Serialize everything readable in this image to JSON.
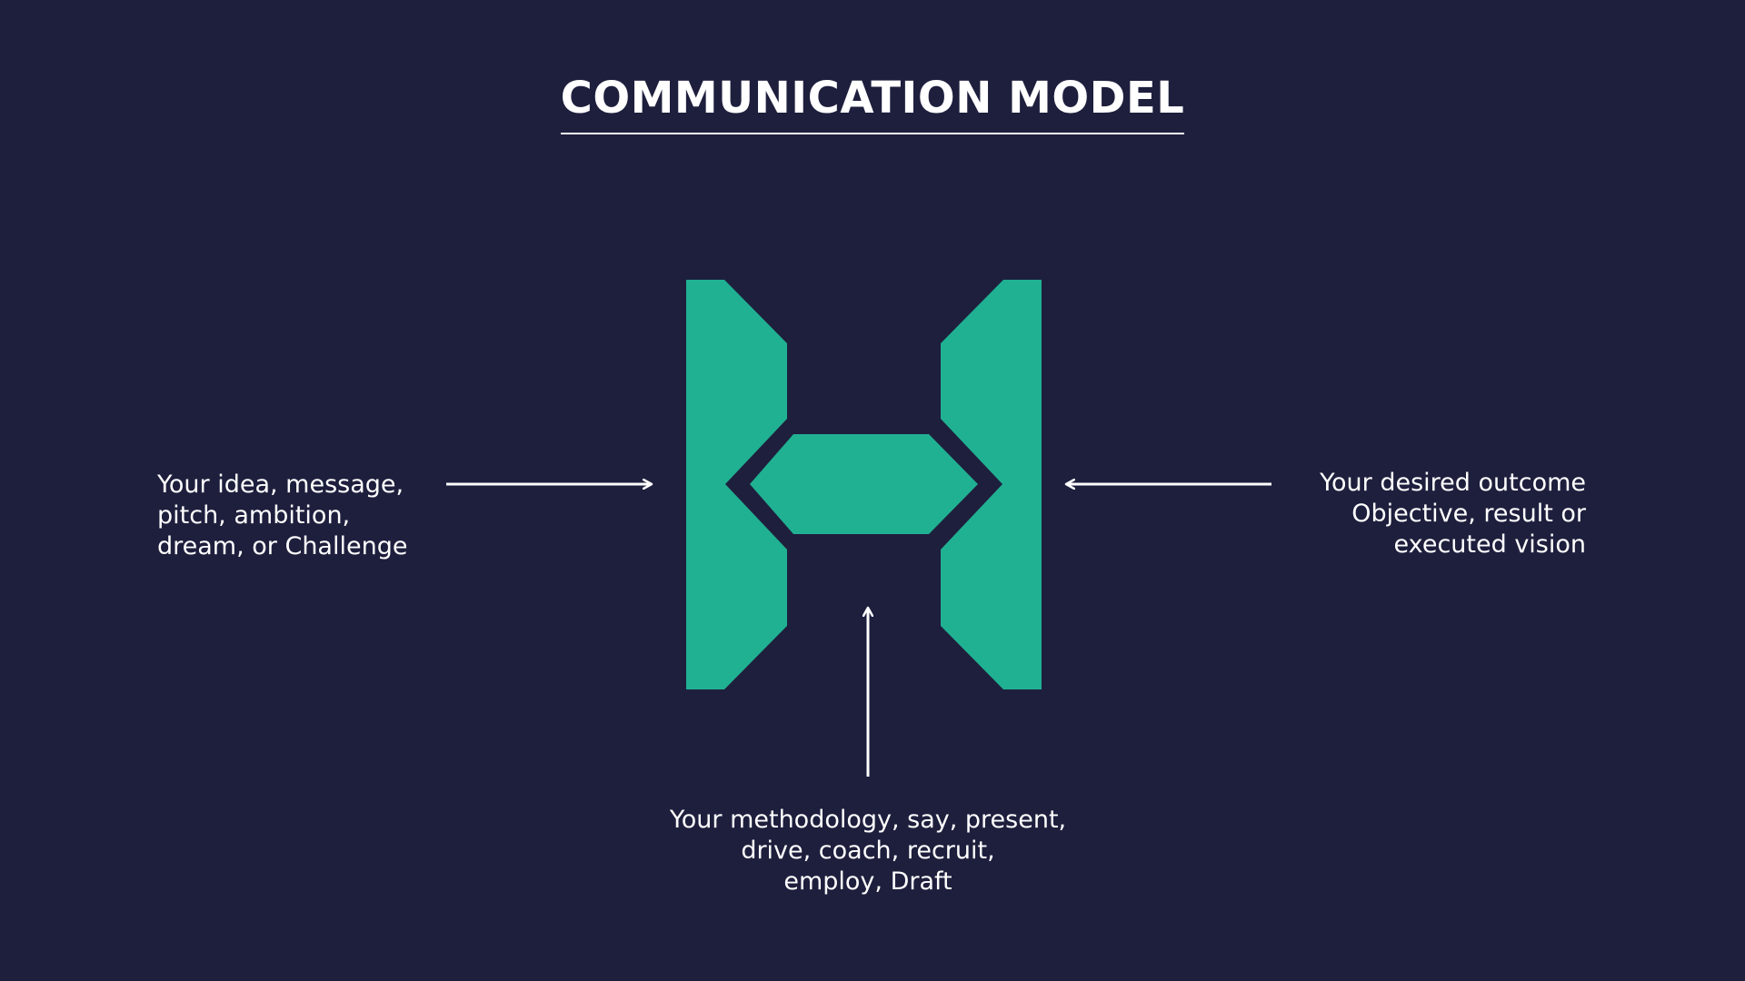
{
  "title": "COMMUNICATION MODEL",
  "colors": {
    "background": "#1e1f3d",
    "accent": "#20b192",
    "text": "#ffffff"
  },
  "diagram": {
    "logo": "h-logo-icon",
    "input_label": "Your idea, message,\npitch, ambition,\ndream, or Challenge",
    "outcome_label": "Your desired outcome\nObjective, result or\nexecuted vision",
    "method_label": "Your methodology, say, present,\ndrive, coach, recruit,\nemploy, Draft"
  }
}
